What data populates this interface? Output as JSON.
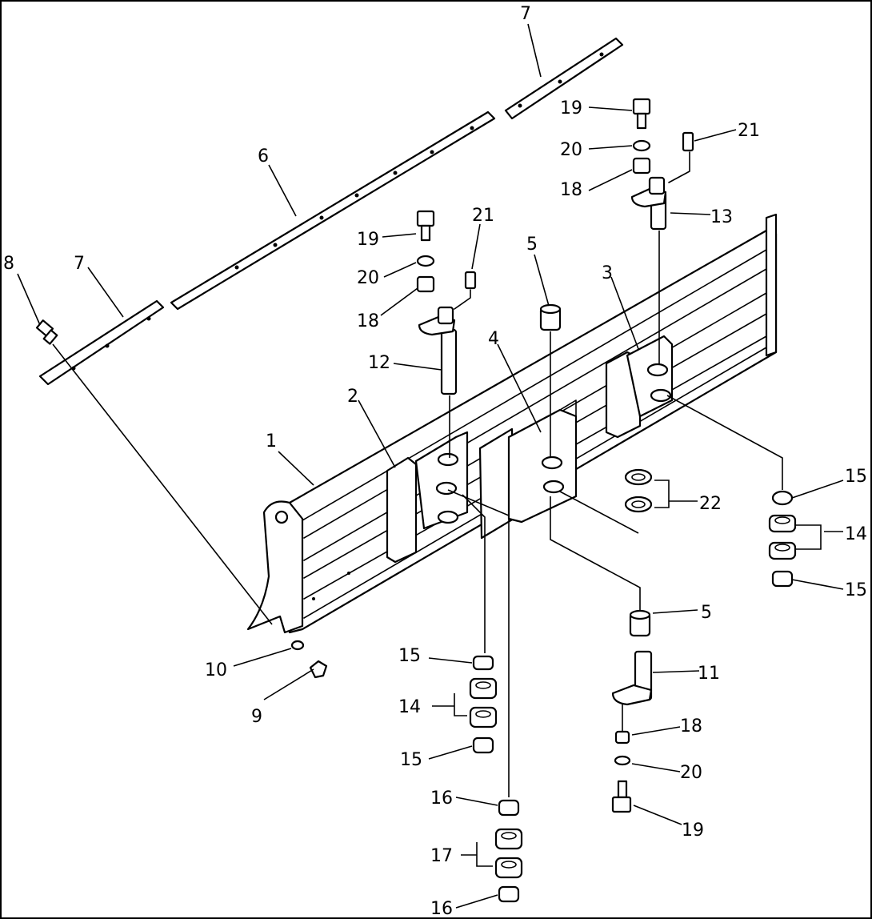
{
  "diagram": {
    "labels": [
      {
        "id": "l1",
        "text": "1"
      },
      {
        "id": "l2",
        "text": "2"
      },
      {
        "id": "l3",
        "text": "3"
      },
      {
        "id": "l4",
        "text": "4"
      },
      {
        "id": "l5a",
        "text": "5"
      },
      {
        "id": "l5b",
        "text": "5"
      },
      {
        "id": "l6",
        "text": "6"
      },
      {
        "id": "l7a",
        "text": "7"
      },
      {
        "id": "l7b",
        "text": "7"
      },
      {
        "id": "l8",
        "text": "8"
      },
      {
        "id": "l9",
        "text": "9"
      },
      {
        "id": "l10",
        "text": "10"
      },
      {
        "id": "l11",
        "text": "11"
      },
      {
        "id": "l12",
        "text": "12"
      },
      {
        "id": "l13",
        "text": "13"
      },
      {
        "id": "l14a",
        "text": "14"
      },
      {
        "id": "l14b",
        "text": "14"
      },
      {
        "id": "l15a",
        "text": "15"
      },
      {
        "id": "l15b",
        "text": "15"
      },
      {
        "id": "l15c",
        "text": "15"
      },
      {
        "id": "l15d",
        "text": "15"
      },
      {
        "id": "l16a",
        "text": "16"
      },
      {
        "id": "l16b",
        "text": "16"
      },
      {
        "id": "l17",
        "text": "17"
      },
      {
        "id": "l18a",
        "text": "18"
      },
      {
        "id": "l18b",
        "text": "18"
      },
      {
        "id": "l18c",
        "text": "18"
      },
      {
        "id": "l19a",
        "text": "19"
      },
      {
        "id": "l19b",
        "text": "19"
      },
      {
        "id": "l19c",
        "text": "19"
      },
      {
        "id": "l20a",
        "text": "20"
      },
      {
        "id": "l20b",
        "text": "20"
      },
      {
        "id": "l20c",
        "text": "20"
      },
      {
        "id": "l21a",
        "text": "21"
      },
      {
        "id": "l21b",
        "text": "21"
      },
      {
        "id": "l22",
        "text": "22"
      }
    ]
  }
}
